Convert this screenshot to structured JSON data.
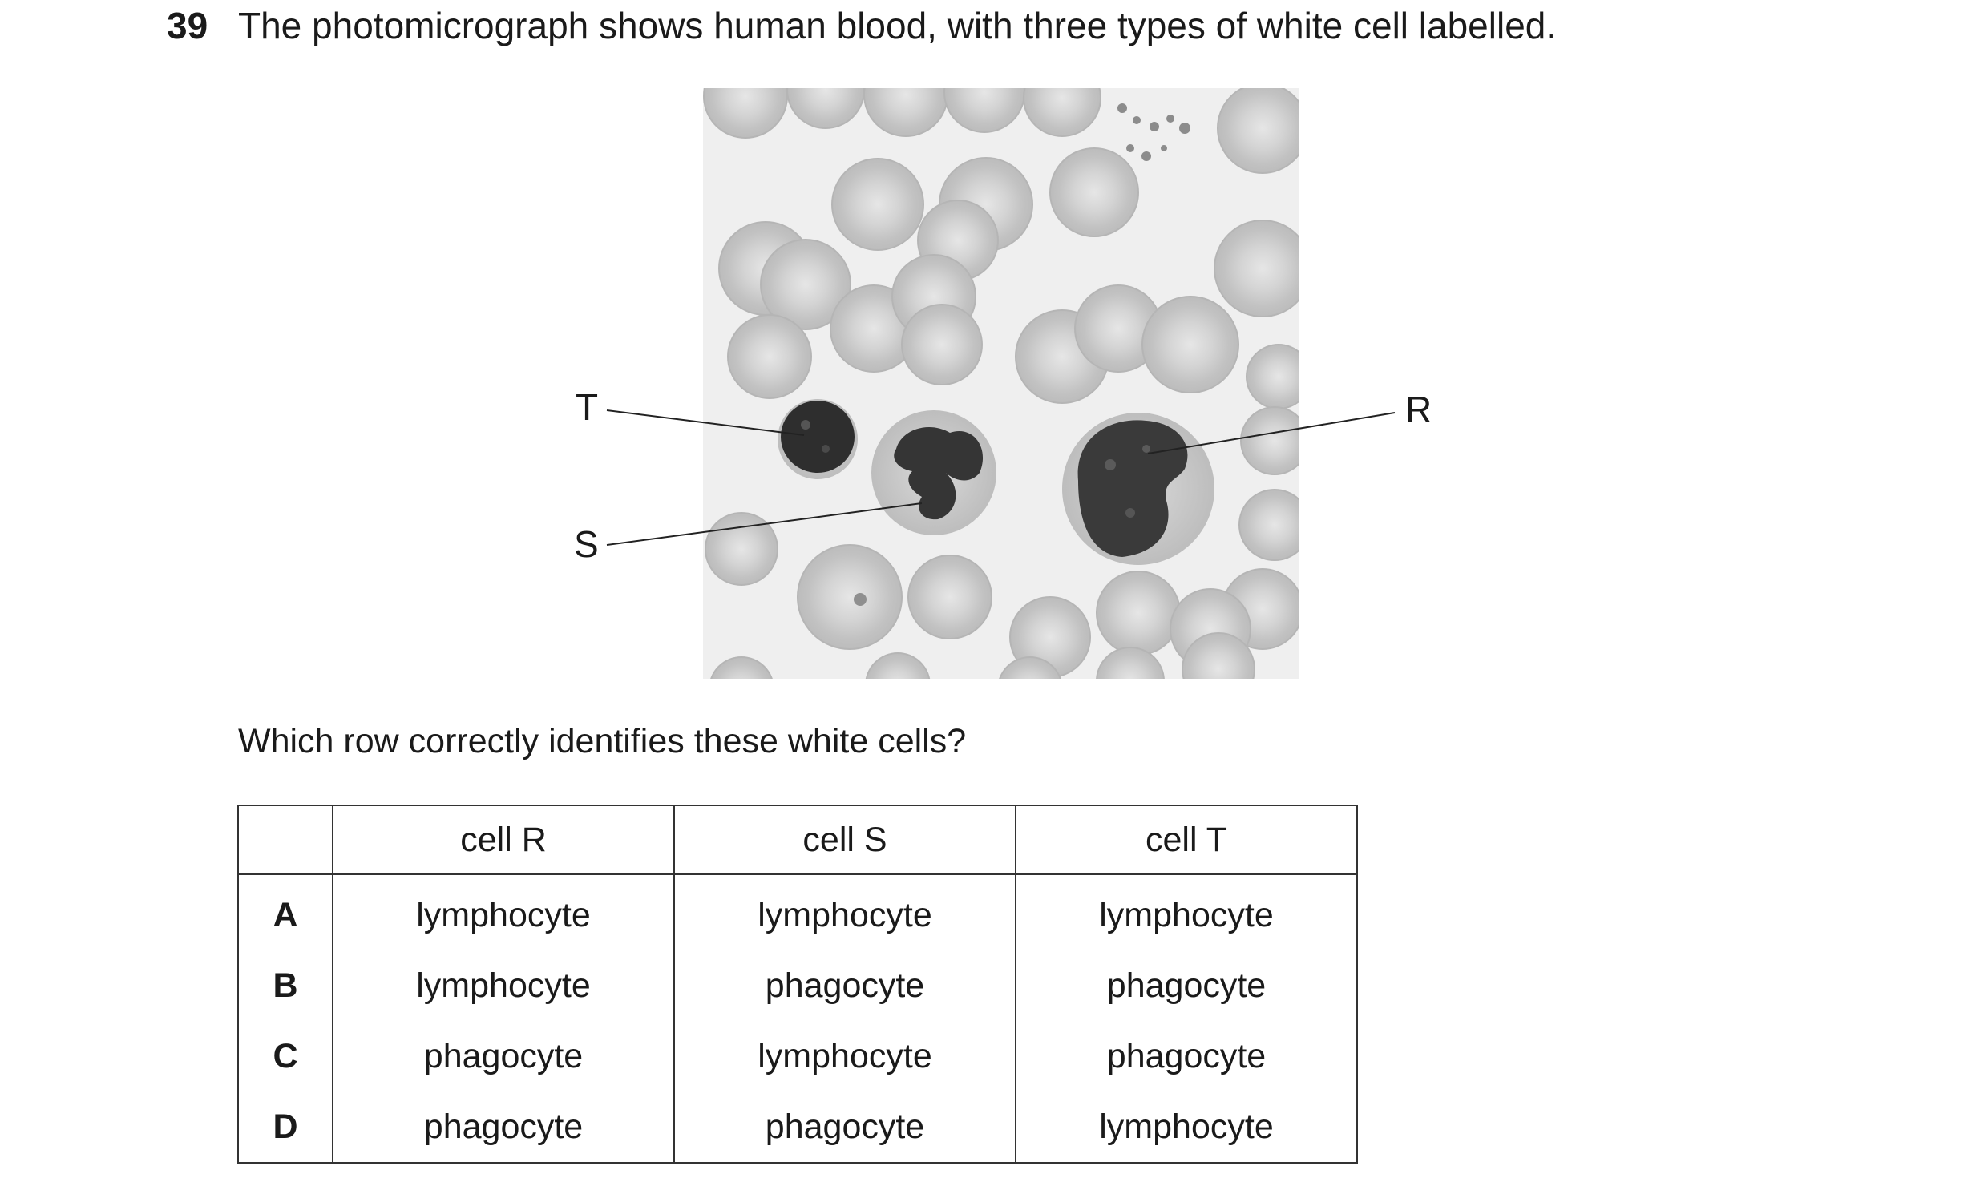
{
  "question": {
    "number": "39",
    "intro": "The photomicrograph shows human blood, with three types of white cell labelled.",
    "prompt": "Which row correctly identifies these white cells?"
  },
  "figure": {
    "labels": {
      "t": "T",
      "s": "S",
      "r": "R"
    }
  },
  "table": {
    "headers": [
      "",
      "cell R",
      "cell S",
      "cell T"
    ],
    "rows": [
      {
        "option": "A",
        "cell_r": "lymphocyte",
        "cell_s": "lymphocyte",
        "cell_t": "lymphocyte"
      },
      {
        "option": "B",
        "cell_r": "lymphocyte",
        "cell_s": "phagocyte",
        "cell_t": "phagocyte"
      },
      {
        "option": "C",
        "cell_r": "phagocyte",
        "cell_s": "lymphocyte",
        "cell_t": "phagocyte"
      },
      {
        "option": "D",
        "cell_r": "phagocyte",
        "cell_s": "phagocyte",
        "cell_t": "lymphocyte"
      }
    ]
  }
}
